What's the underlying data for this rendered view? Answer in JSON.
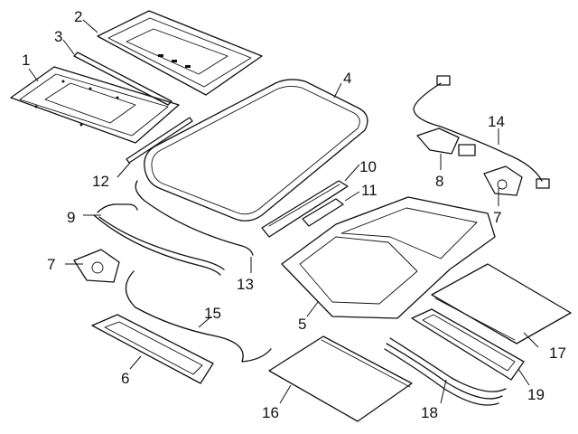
{
  "callouts": {
    "c1": "1",
    "c2": "2",
    "c3": "3",
    "c4": "4",
    "c5": "5",
    "c6": "6",
    "c7a": "7",
    "c7b": "7",
    "c8": "8",
    "c9": "9",
    "c10": "10",
    "c11": "11",
    "c12": "12",
    "c13": "13",
    "c14": "14",
    "c15": "15",
    "c16": "16",
    "c17": "17",
    "c18": "18",
    "c19": "19"
  }
}
